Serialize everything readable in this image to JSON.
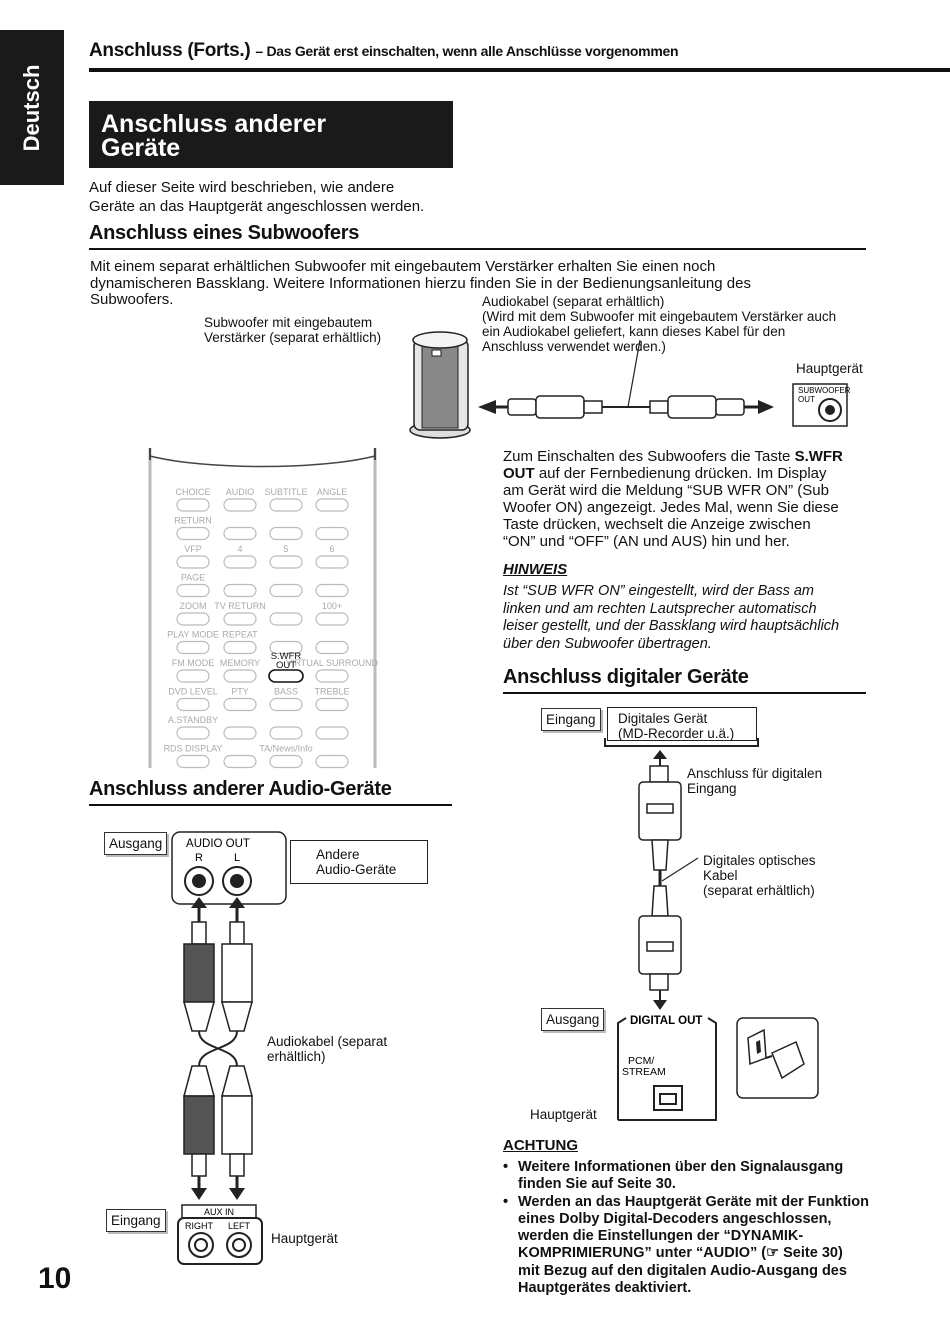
{
  "side_tab": "Deutsch",
  "header": {
    "title": "Anschluss (Forts.)",
    "subtitle": "– Das Gerät erst einschalten, wenn alle Anschlüsse vorgenommen"
  },
  "section_title": {
    "line1": "Anschluss anderer",
    "line2": "Geräte"
  },
  "intro": {
    "line1": "Auf dieser Seite wird beschrieben, wie andere",
    "line2": "Geräte an das Hauptgerät angeschlossen werden."
  },
  "subwoofer": {
    "heading": "Anschluss eines Subwoofers",
    "para": [
      "Mit einem separat erhältlichen Subwoofer mit eingebautem Verstärker erhalten Sie einen noch",
      "dynamischeren Bassklang. Weitere Informationen hierzu finden Sie in der Bedienungsanleitung des",
      "Subwoofers."
    ],
    "sub_label": [
      "Subwoofer mit eingebautem",
      "Verstärker (separat erhältlich)"
    ],
    "cable_label": [
      "Audiokabel (separat erhältlich)",
      "(Wird mit dem Subwoofer mit eingebautem Verstärker auch",
      "ein Audiokabel geliefert, kann dieses Kabel für den",
      "Anschluss verwendet werden.)"
    ],
    "main_unit": "Hauptgerät",
    "jack_label1": "SUBWOOFER",
    "jack_label2": "OUT",
    "desc": [
      "Zum Einschalten des Subwoofers die Taste ",
      "S.WFR",
      "OUT",
      " auf der Fernbedienung drücken. Im Display",
      "am Gerät wird die Meldung “SUB WFR ON” (Sub",
      "Woofer ON) angezeigt. Jedes Mal, wenn Sie diese",
      "Taste drücken, wechselt die Anzeige zwischen",
      "“ON” und “OFF” (AN und AUS) hin und her."
    ],
    "note_title": "HINWEIS",
    "note": [
      "Ist “SUB WFR ON” eingestellt, wird der Bass am",
      "linken und am rechten Lautsprecher automatisch",
      "leiser gestellt, und der Bassklang wird hauptsächlich",
      "über den Subwoofer übertragen."
    ]
  },
  "remote": {
    "row_labels": [
      [
        "CHOICE",
        "AUDIO",
        "SUBTITLE",
        "ANGLE"
      ],
      [
        "RETURN",
        "",
        "",
        ""
      ],
      [
        "VFP",
        "4",
        "5",
        "6"
      ],
      [
        "PAGE",
        "",
        "",
        ""
      ],
      [
        "ZOOM",
        "TV RETURN",
        "",
        "100+"
      ],
      [
        "PLAY MODE",
        "REPEAT",
        "",
        ""
      ],
      [
        "FM MODE",
        "MEMORY",
        "S.WFR OUT",
        "VIRTUAL SURROUND"
      ],
      [
        "DVD LEVEL",
        "PTY",
        "BASS",
        "TREBLE"
      ],
      [
        "A.STANDBY",
        "",
        "",
        ""
      ],
      [
        "RDS DISPLAY",
        "",
        "TA/News/Info",
        ""
      ]
    ],
    "swfr_line1": "S.WFR",
    "swfr_line2": "OUT"
  },
  "digital": {
    "heading": "Anschluss digitaler Geräte",
    "eingang": "Eingang",
    "device": [
      "Digitales Gerät",
      "(MD-Recorder u.ä.)"
    ],
    "input_label": [
      "Anschluss für digitalen",
      "Eingang"
    ],
    "cable_label": [
      "Digitales optisches",
      "Kabel",
      "(separat erhältlich)"
    ],
    "ausgang": "Ausgang",
    "digital_out": "DIGITAL OUT",
    "pcm": [
      "PCM/",
      "STREAM"
    ],
    "main_unit": "Hauptgerät"
  },
  "audio": {
    "heading": "Anschluss anderer Audio-Geräte",
    "ausgang": "Ausgang",
    "audio_out": "AUDIO OUT",
    "r": "R",
    "l": "L",
    "device": [
      "Andere",
      "Audio-Geräte"
    ],
    "cable_label": [
      "Audiokabel (separat",
      "erhältlich)"
    ],
    "eingang": "Eingang",
    "aux_in": "AUX IN",
    "right": "RIGHT",
    "left": "LEFT",
    "main_unit": "Hauptgerät"
  },
  "achtung": {
    "title": "ACHTUNG",
    "b1": [
      "Weitere Informationen über den Signalausgang",
      "finden Sie auf Seite 30."
    ],
    "b2": [
      "Werden an das Hauptgerät Geräte mit der Funktion",
      "eines Dolby Digital-Decoders angeschlossen,",
      "werden die Einstellungen der “DYNAMIK-",
      "KOMPRIMIERUNG” unter “AUDIO” (☞ Seite 30)",
      "mit Bezug auf den digitalen Audio-Ausgang des",
      "Hauptgerätes deaktiviert."
    ]
  },
  "page_number": "10"
}
